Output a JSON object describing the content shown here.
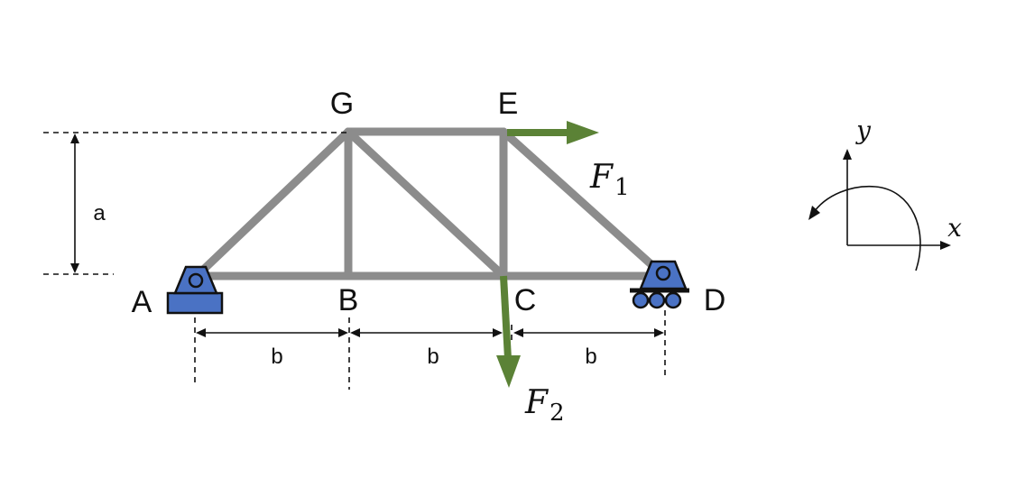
{
  "nodes": {
    "A": "A",
    "B": "B",
    "C": "C",
    "D": "D",
    "E": "E",
    "G": "G"
  },
  "dimensions": {
    "height": "a",
    "span_1": "b",
    "span_2": "b",
    "span_3": "b"
  },
  "forces": {
    "f1": {
      "symbol": "F",
      "subscript": "1",
      "direction": "right"
    },
    "f2": {
      "symbol": "F",
      "subscript": "2",
      "direction": "down"
    }
  },
  "axes": {
    "x": "x",
    "y": "y",
    "rotation": "counter-clockwise"
  },
  "supports": {
    "A": "pin",
    "D": "roller"
  },
  "colors": {
    "member": "#8c8c8c",
    "force": "#5b8236",
    "support_fill": "#4a72c4",
    "support_stroke": "#111111",
    "line": "#111111"
  }
}
